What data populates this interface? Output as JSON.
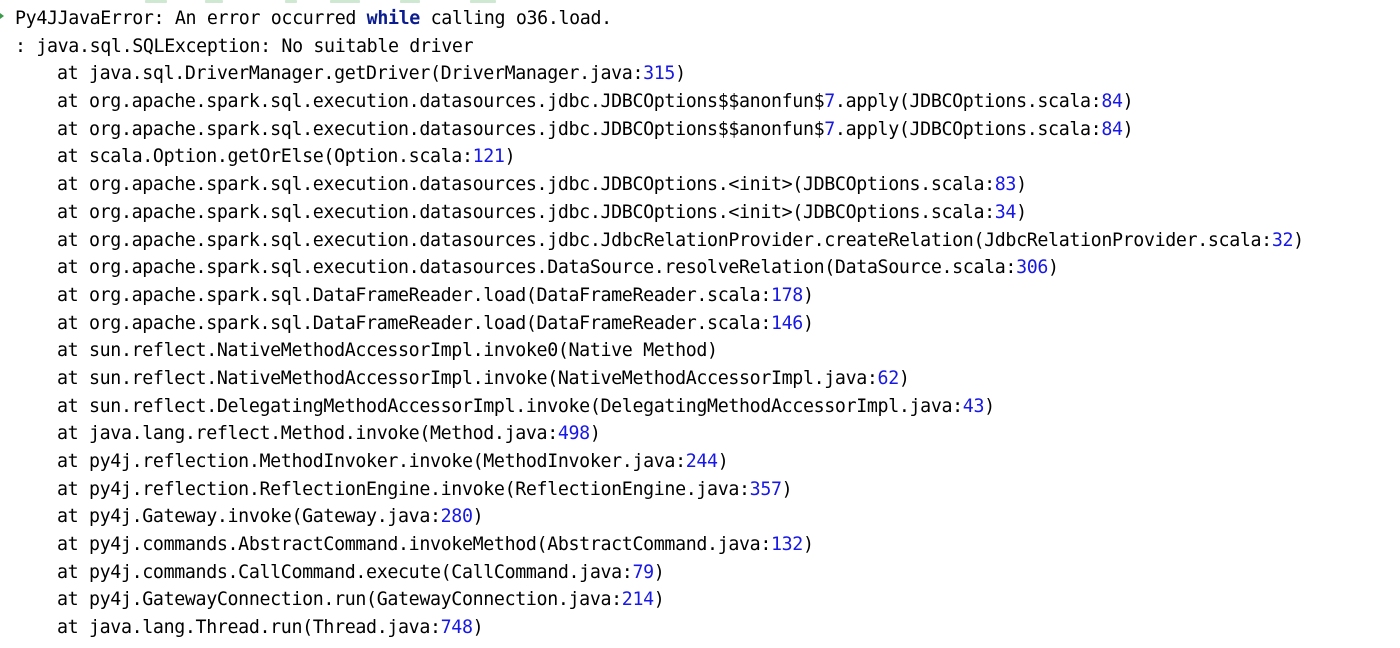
{
  "error": {
    "prefix": "Py4JJavaError: An error occurred ",
    "keyword": "while",
    "suffix": " calling o36.load.",
    "cause": ": java.sql.SQLException: No suitable driver"
  },
  "frames": [
    {
      "text": "at java.sql.DriverManager.getDriver(DriverManager.java:",
      "line": "315",
      "close": ")"
    },
    {
      "text": "at org.apache.spark.sql.execution.datasources.jdbc.JDBCOptions$$anonfun$",
      "line": "7",
      "mid": ".apply(JDBCOptions.scala:",
      "line2": "84",
      "close": ")"
    },
    {
      "text": "at org.apache.spark.sql.execution.datasources.jdbc.JDBCOptions$$anonfun$",
      "line": "7",
      "mid": ".apply(JDBCOptions.scala:",
      "line2": "84",
      "close": ")"
    },
    {
      "text": "at scala.Option.getOrElse(Option.scala:",
      "line": "121",
      "close": ")"
    },
    {
      "text": "at org.apache.spark.sql.execution.datasources.jdbc.JDBCOptions.<init>(JDBCOptions.scala:",
      "line": "83",
      "close": ")"
    },
    {
      "text": "at org.apache.spark.sql.execution.datasources.jdbc.JDBCOptions.<init>(JDBCOptions.scala:",
      "line": "34",
      "close": ")"
    },
    {
      "text": "at org.apache.spark.sql.execution.datasources.jdbc.JdbcRelationProvider.createRelation(JdbcRelationProvider.scala:",
      "line": "32",
      "close": ")"
    },
    {
      "text": "at org.apache.spark.sql.execution.datasources.DataSource.resolveRelation(DataSource.scala:",
      "line": "306",
      "close": ")"
    },
    {
      "text": "at org.apache.spark.sql.DataFrameReader.load(DataFrameReader.scala:",
      "line": "178",
      "close": ")"
    },
    {
      "text": "at org.apache.spark.sql.DataFrameReader.load(DataFrameReader.scala:",
      "line": "146",
      "close": ")"
    },
    {
      "text": "at sun.reflect.NativeMethodAccessorImpl.invoke0(Native Method)",
      "line": "",
      "close": ""
    },
    {
      "text": "at sun.reflect.NativeMethodAccessorImpl.invoke(NativeMethodAccessorImpl.java:",
      "line": "62",
      "close": ")"
    },
    {
      "text": "at sun.reflect.DelegatingMethodAccessorImpl.invoke(DelegatingMethodAccessorImpl.java:",
      "line": "43",
      "close": ")"
    },
    {
      "text": "at java.lang.reflect.Method.invoke(Method.java:",
      "line": "498",
      "close": ")"
    },
    {
      "text": "at py4j.reflection.MethodInvoker.invoke(MethodInvoker.java:",
      "line": "244",
      "close": ")"
    },
    {
      "text": "at py4j.reflection.ReflectionEngine.invoke(ReflectionEngine.java:",
      "line": "357",
      "close": ")"
    },
    {
      "text": "at py4j.Gateway.invoke(Gateway.java:",
      "line": "280",
      "close": ")"
    },
    {
      "text": "at py4j.commands.AbstractCommand.invokeMethod(AbstractCommand.java:",
      "line": "132",
      "close": ")"
    },
    {
      "text": "at py4j.commands.CallCommand.execute(CallCommand.java:",
      "line": "79",
      "close": ")"
    },
    {
      "text": "at py4j.GatewayConnection.run(GatewayConnection.java:",
      "line": "214",
      "close": ")"
    },
    {
      "text": "at java.lang.Thread.run(Thread.java:",
      "line": "748",
      "close": ")"
    }
  ],
  "colors": {
    "text": "#000000",
    "keyword": "#0b1d8f",
    "number": "#1717e6",
    "prompt_arrow": "#3c9a4a",
    "background": "#ffffff"
  },
  "icons": {
    "prompt": "expand-arrow-icon"
  }
}
